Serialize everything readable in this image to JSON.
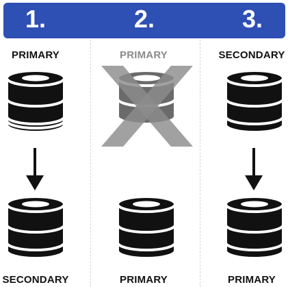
{
  "steps": [
    "1.",
    "2.",
    "3."
  ],
  "columns": [
    {
      "top_label": "PRIMARY",
      "bottom_label": "SECONDARY"
    },
    {
      "top_label": "PRIMARY",
      "bottom_label": "PRIMARY"
    },
    {
      "top_label": "SECONDARY",
      "bottom_label": "PRIMARY"
    }
  ],
  "colors": {
    "header": "#2e4fb3",
    "db_body": "#111111",
    "db_lines": "#ffffff",
    "failed": "#6a6a6a",
    "x_mark": "#8c8c8c"
  },
  "icons": [
    "database-icon",
    "arrow-down-icon",
    "failure-x-icon"
  ]
}
